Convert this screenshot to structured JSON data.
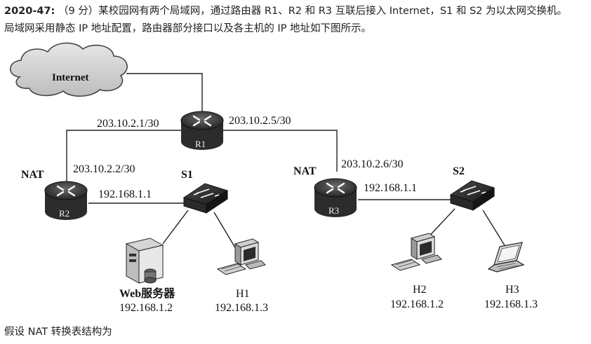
{
  "question": {
    "number": "2020-47:",
    "line1": "（9 分）某校园网有两个局域网，通过路由器 R1、R2 和 R3 互联后接入 Internet，S1 和 S2 为以太网交换机。",
    "line2": "局域网采用静态 IP 地址配置，路由器部分接口以及各主机的 IP 地址如下图所示。"
  },
  "diagram": {
    "cloud": "Internet",
    "routers": {
      "r1": "R1",
      "r2": "R2",
      "r3": "R3"
    },
    "switches": {
      "s1": "S1",
      "s2": "S2"
    },
    "nat_r2": "NAT",
    "nat_r3": "NAT",
    "ip_r1_r2": "203.10.2.1/30",
    "ip_r1_r3": "203.10.2.5/30",
    "ip_r2_wan": "203.10.2.2/30",
    "ip_r3_wan": "203.10.2.6/30",
    "ip_r2_lan": "192.168.1.1",
    "ip_r3_lan": "192.168.1.1",
    "web_name": "Web服务器",
    "web_ip": "192.168.1.2",
    "h1_name": "H1",
    "h1_ip": "192.168.1.3",
    "h2_name": "H2",
    "h2_ip": "192.168.1.2",
    "h3_name": "H3",
    "h3_ip": "192.168.1.3"
  },
  "footer": "假设 NAT 转换表结构为"
}
